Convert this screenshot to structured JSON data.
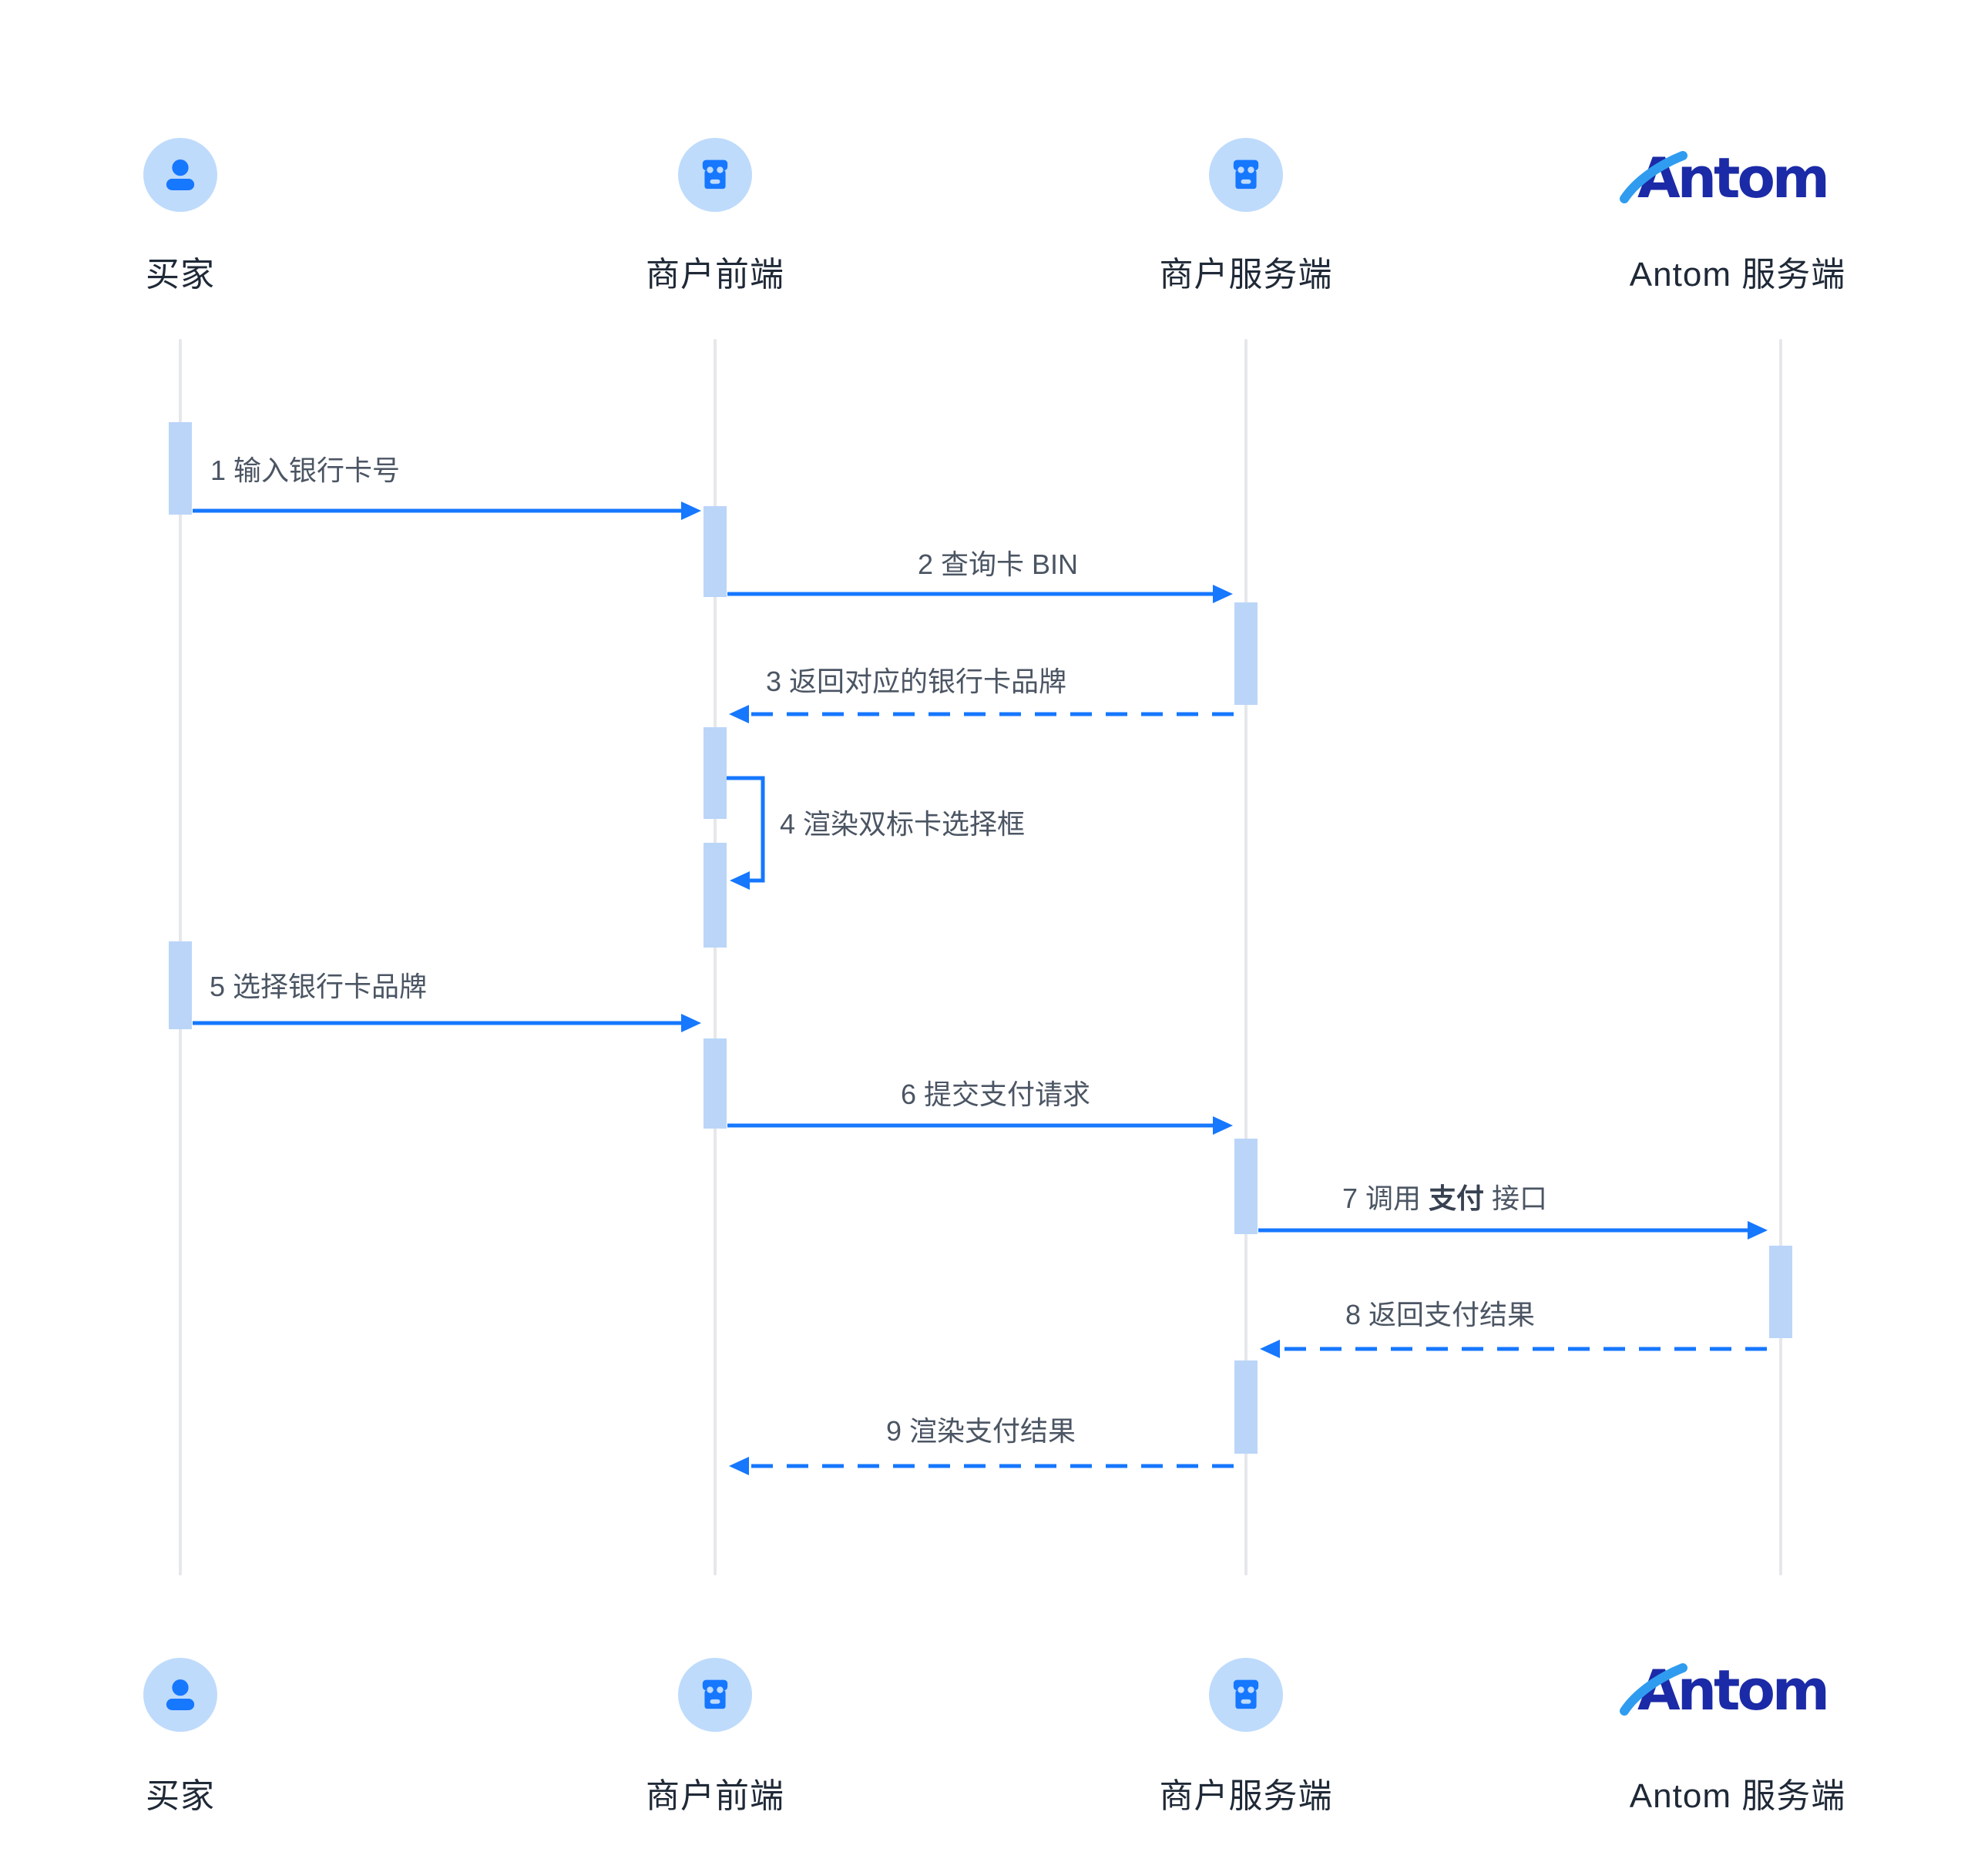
{
  "diagram": {
    "type": "sequence-diagram",
    "background": "#FFFFFF",
    "accent_blue": "#1677FF",
    "activation_fill": "#BAD5F8",
    "lifeline_color": "#E6E7EC",
    "icon_bg": "#BEDBFC",
    "actor_label_color": "#1F2937",
    "message_label_color": "#4B5563",
    "antom_navy": "#1B2AA6",
    "antom_swoosh": "#2F9CF0"
  },
  "antom_logo_text": "Antom",
  "actors": [
    {
      "id": "buyer",
      "label": "买家",
      "icon": "person-icon"
    },
    {
      "id": "merchant-frontend",
      "label": "商户前端",
      "icon": "storefront-icon"
    },
    {
      "id": "merchant-server",
      "label": "商户服务端",
      "icon": "storefront-icon"
    },
    {
      "id": "antom-server",
      "label": "Antom 服务端",
      "icon": "antom-logo"
    }
  ],
  "messages": [
    {
      "label": "1 输入银行卡号",
      "from": "买家",
      "to": "商户前端",
      "style": "solid"
    },
    {
      "label": "2 查询卡 BIN",
      "from": "商户前端",
      "to": "商户服务端",
      "style": "solid"
    },
    {
      "label": "3 返回对应的银行卡品牌",
      "from": "商户服务端",
      "to": "商户前端",
      "style": "dashed"
    },
    {
      "label": "4 渲染双标卡选择框",
      "from": "商户前端",
      "to": "商户前端",
      "style": "self"
    },
    {
      "label": "5 选择银行卡品牌",
      "from": "买家",
      "to": "商户前端",
      "style": "solid"
    },
    {
      "label": "6 提交支付请求",
      "from": "商户前端",
      "to": "商户服务端",
      "style": "solid"
    },
    {
      "label_prefix": "7 调用 ",
      "label_bold": "支付",
      "label_suffix": " 接口",
      "from": "商户服务端",
      "to": "Antom 服务端",
      "style": "solid"
    },
    {
      "label": "8 返回支付结果",
      "from": "Antom 服务端",
      "to": "商户服务端",
      "style": "dashed"
    },
    {
      "label": "9 渲染支付结果",
      "from": "商户服务端",
      "to": "商户前端",
      "style": "dashed"
    }
  ]
}
